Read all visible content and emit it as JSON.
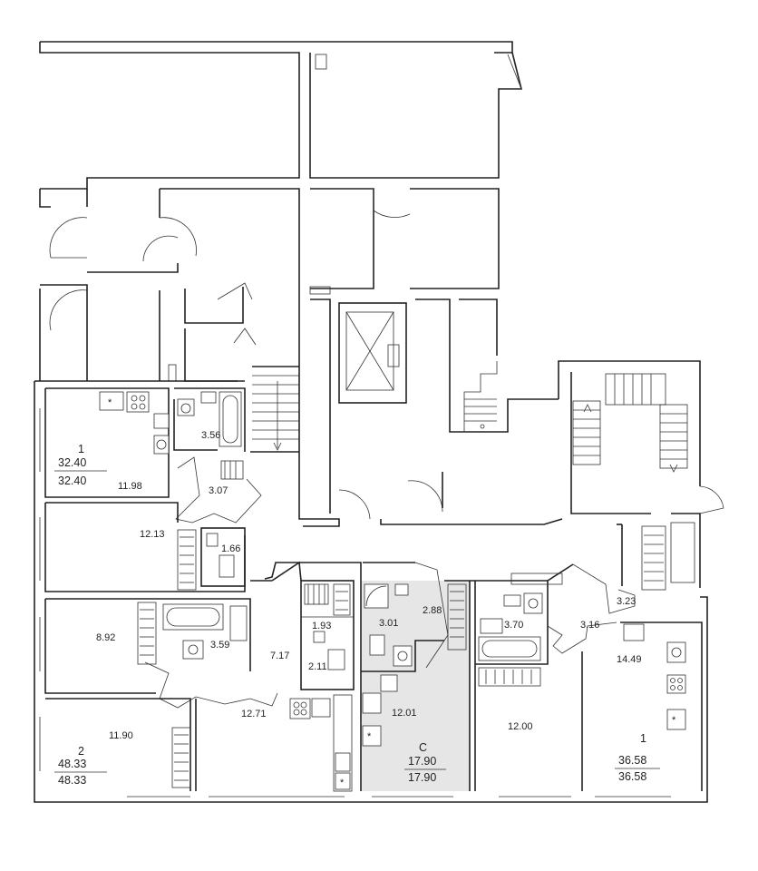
{
  "colors": {
    "wall": "#222222",
    "studio_fill": "#e6e6e6",
    "background": "#ffffff"
  },
  "apartments": [
    {
      "id": "apt-1-left",
      "rooms_label": "1",
      "area": "32.40",
      "area_alt": "32.40"
    },
    {
      "id": "apt-2-left",
      "rooms_label": "2",
      "area": "48.33",
      "area_alt": "48.33"
    },
    {
      "id": "apt-studio",
      "rooms_label": "С",
      "area": "17.90",
      "area_alt": "17.90"
    },
    {
      "id": "apt-1-right",
      "rooms_label": "1",
      "area": "36.58",
      "area_alt": "36.58"
    }
  ],
  "room_areas": {
    "a_356": "3.56",
    "a_1198": "11.98",
    "a_307": "3.07",
    "a_1213": "12.13",
    "a_166": "1.66",
    "a_892": "8.92",
    "a_359": "3.59",
    "a_717": "7.17",
    "a_193": "1.93",
    "a_211": "2.11",
    "a_1271": "12.71",
    "a_1190": "11.90",
    "a_301": "3.01",
    "a_288": "2.88",
    "a_1201": "12.01",
    "a_370": "3.70",
    "a_323": "3.23",
    "a_316": "3.16",
    "a_1449": "14.49",
    "a_1200": "12.00"
  },
  "icons": [
    "fan-icon",
    "stove-icon",
    "sink-icon",
    "bathtub-icon",
    "toilet-icon",
    "washbasin-icon",
    "shower-icon",
    "washing-machine-icon",
    "radiator-icon",
    "elevator-icon",
    "stair-arrow-icon"
  ]
}
